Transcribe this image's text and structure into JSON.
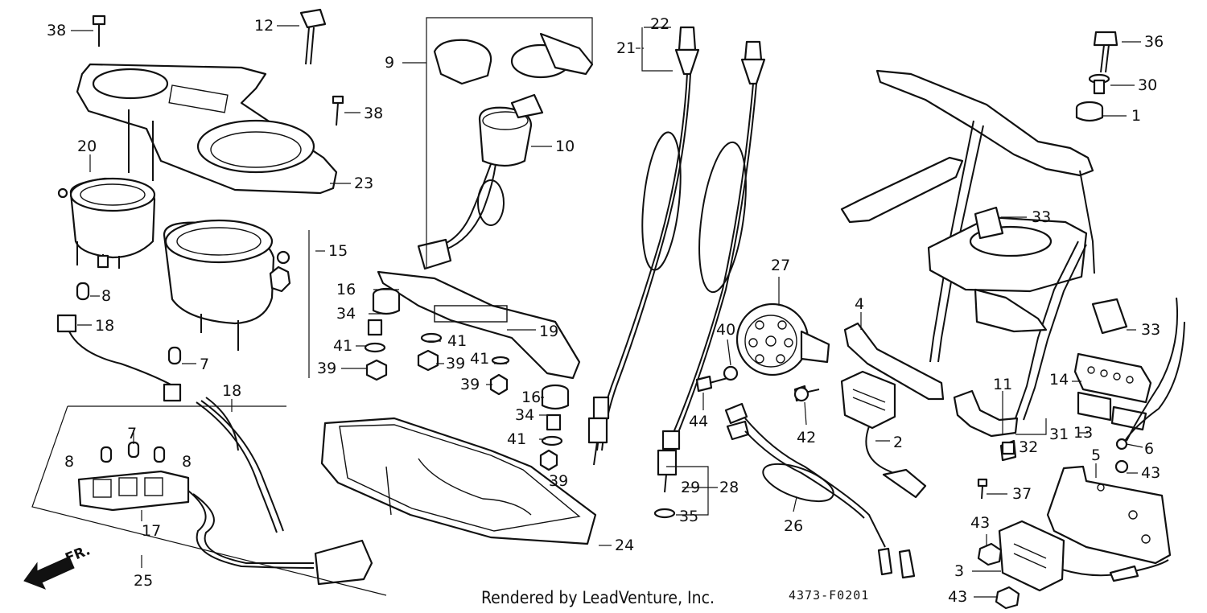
{
  "direction_label": "FR.",
  "credit": "Rendered by LeadVenture, Inc.",
  "diagram_code": "4373-F0201",
  "callouts": {
    "c1": "1",
    "c2": "2",
    "c3": "3",
    "c4": "4",
    "c5": "5",
    "c6": "6",
    "c7": "7",
    "c8": "8",
    "c9": "9",
    "c10": "10",
    "c11": "11",
    "c12": "12",
    "c13": "13",
    "c14": "14",
    "c15": "15",
    "c16": "16",
    "c17": "17",
    "c18": "18",
    "c19": "19",
    "c20": "20",
    "c21": "21",
    "c22": "22",
    "c23": "23",
    "c24": "24",
    "c25": "25",
    "c26": "26",
    "c27": "27",
    "c28": "28",
    "c29": "29",
    "c30": "30",
    "c31": "31",
    "c32": "32",
    "c33": "33",
    "c34": "34",
    "c35": "35",
    "c36": "36",
    "c37": "37",
    "c38": "38",
    "c39": "39",
    "c40": "40",
    "c41": "41",
    "c42": "42",
    "c43": "43",
    "c44": "44"
  }
}
